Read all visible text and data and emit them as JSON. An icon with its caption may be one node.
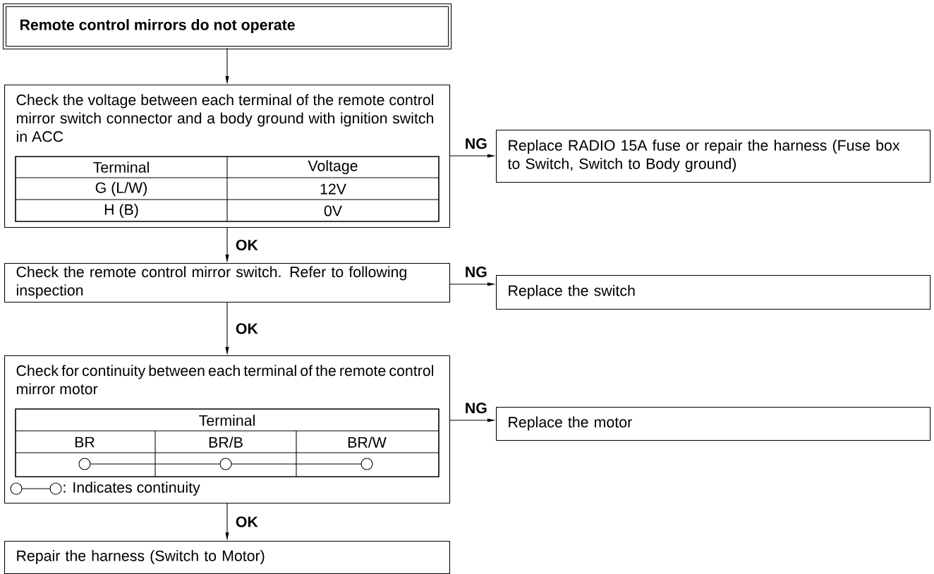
{
  "diagram": {
    "nodes": [
      {
        "text": [
          "Remote control mirrors do not operate"
        ]
      },
      {
        "text": [
          "Check the voltage between each terminal of the remote control mirror switch connector and a body ground with ignition switch in ACC"
        ]
      },
      {
        "text": [
          "Replace RADIO 15A fuse or repair the harness (Fuse box to Switch, Switch to Body ground)"
        ]
      },
      {
        "text": [
          "Check the remote control mirror switch. Refer to following inspection"
        ]
      },
      {
        "text": [
          "Replace the switch"
        ]
      },
      {
        "text": [
          "Check for continuity between each terminal of the remote control mirror motor"
        ]
      },
      {
        "text": [
          "Replace the motor"
        ]
      },
      {
        "text": [
          "Repair the harness (Switch to Motor)"
        ]
      }
    ],
    "edges": [
      {
        "from": 0,
        "to": 1,
        "arrow": "to"
      },
      {
        "from": 1,
        "to": 2,
        "arrow": "to",
        "label": "NG"
      },
      {
        "from": 1,
        "to": 3,
        "arrow": "to",
        "label": "OK"
      },
      {
        "from": 3,
        "to": 4,
        "arrow": "to",
        "label": "NG"
      },
      {
        "from": 3,
        "to": 5,
        "arrow": "to",
        "label": "OK"
      },
      {
        "from": 5,
        "to": 6,
        "arrow": "to",
        "label": "NG"
      },
      {
        "from": 5,
        "to": 7,
        "arrow": "to",
        "label": "OK"
      }
    ],
    "labels": [
      "Terminal",
      "Voltage",
      "G (L/W)",
      "12V",
      "H (B)",
      "0V",
      "Terminal",
      "BR",
      "BR/B",
      "BR/W"
    ],
    "legend": [
      {
        "text": ": Indicates continuity"
      }
    ]
  }
}
